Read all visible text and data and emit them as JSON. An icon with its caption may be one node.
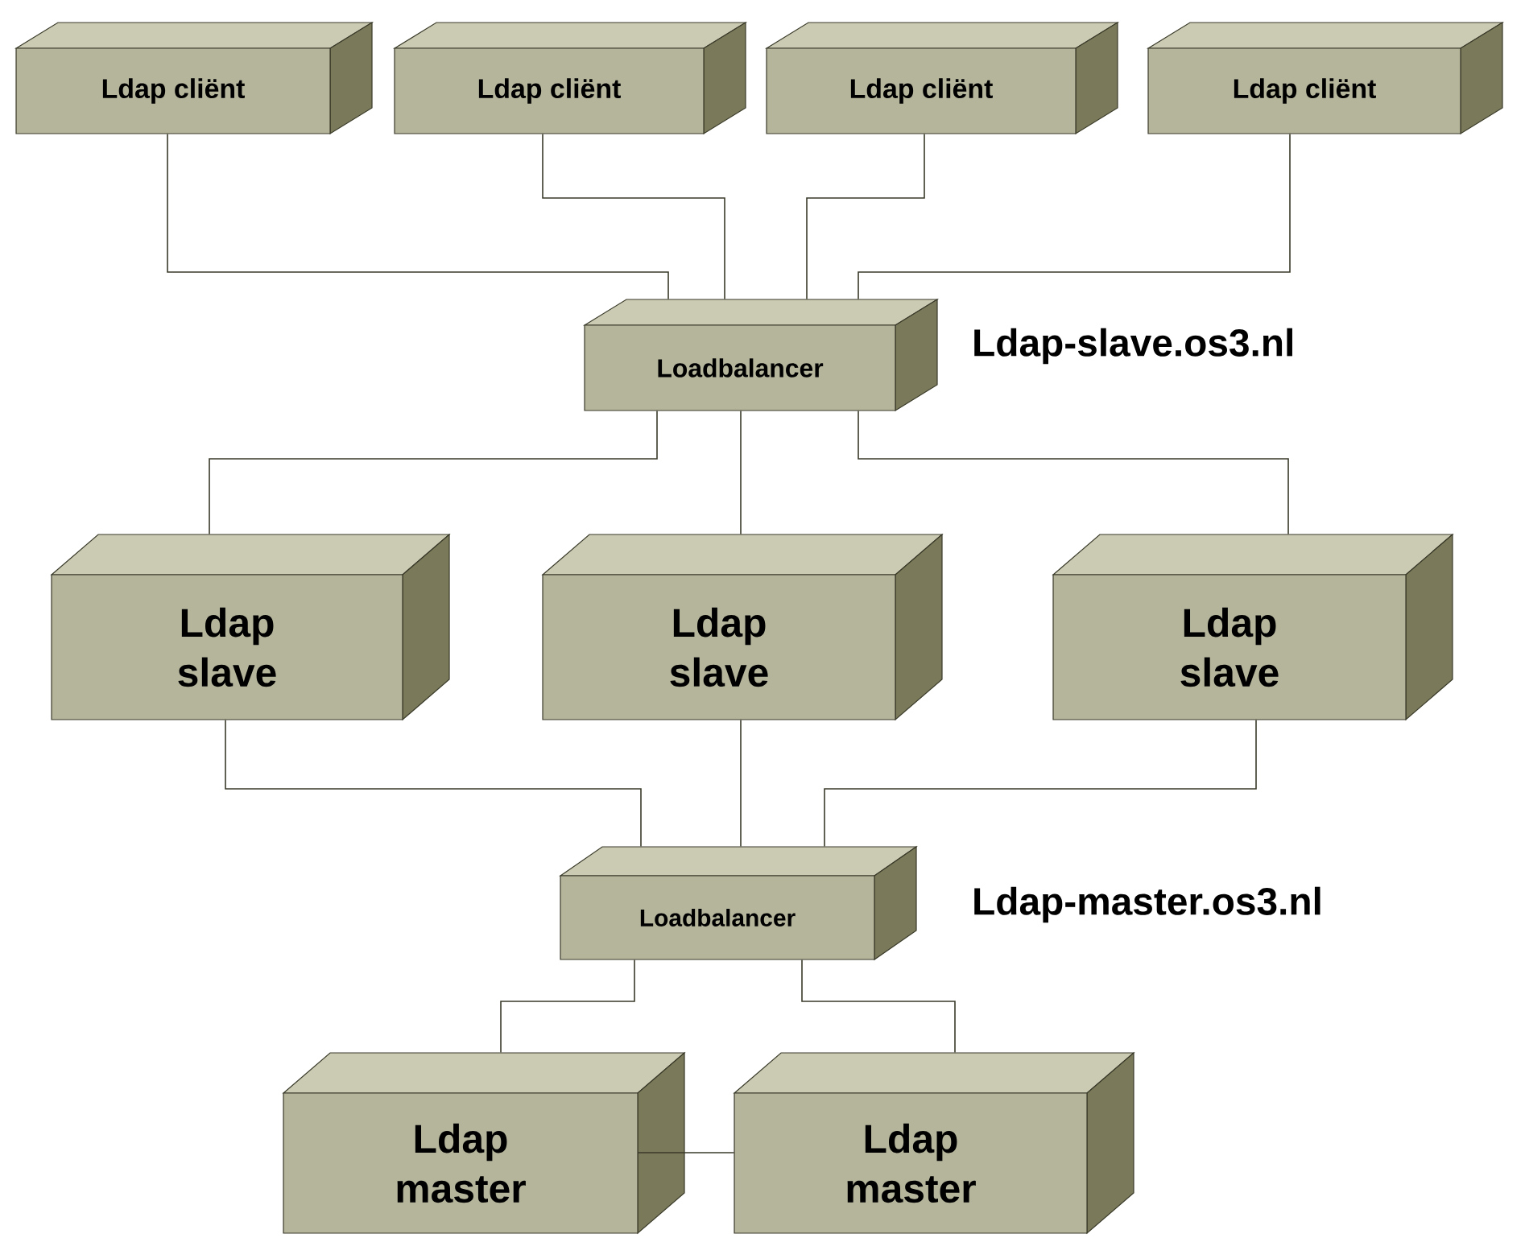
{
  "diagram": {
    "nodes": [
      {
        "text": [
          "Ldap cliënt"
        ]
      },
      {
        "text": [
          "Ldap cliënt"
        ]
      },
      {
        "text": [
          "Ldap cliënt"
        ]
      },
      {
        "text": [
          "Ldap cliënt"
        ]
      },
      {
        "text": [
          "Loadbalancer"
        ],
        "beside": [
          "Ldap-slave.os3.nl"
        ]
      },
      {
        "text": [
          "Ldap slave"
        ]
      },
      {
        "text": [
          "Ldap slave"
        ]
      },
      {
        "text": [
          "Ldap slave"
        ]
      },
      {
        "text": [
          "Loadbalancer"
        ],
        "beside": [
          "Ldap-master.os3.nl"
        ]
      },
      {
        "text": [
          "Ldap master"
        ]
      },
      {
        "text": [
          "Ldap master"
        ]
      }
    ],
    "edges": [
      {
        "from": 0,
        "to": 4,
        "arrow": "none"
      },
      {
        "from": 1,
        "to": 4,
        "arrow": "none"
      },
      {
        "from": 2,
        "to": 4,
        "arrow": "none"
      },
      {
        "from": 3,
        "to": 4,
        "arrow": "none"
      },
      {
        "from": 4,
        "to": 5,
        "arrow": "none"
      },
      {
        "from": 4,
        "to": 6,
        "arrow": "none"
      },
      {
        "from": 4,
        "to": 7,
        "arrow": "none"
      },
      {
        "from": 5,
        "to": 8,
        "arrow": "none"
      },
      {
        "from": 6,
        "to": 8,
        "arrow": "none"
      },
      {
        "from": 7,
        "to": 8,
        "arrow": "none"
      },
      {
        "from": 8,
        "to": 9,
        "arrow": "none"
      },
      {
        "from": 8,
        "to": 10,
        "arrow": "none"
      },
      {
        "from": 9,
        "to": 10,
        "arrow": "none"
      }
    ]
  }
}
